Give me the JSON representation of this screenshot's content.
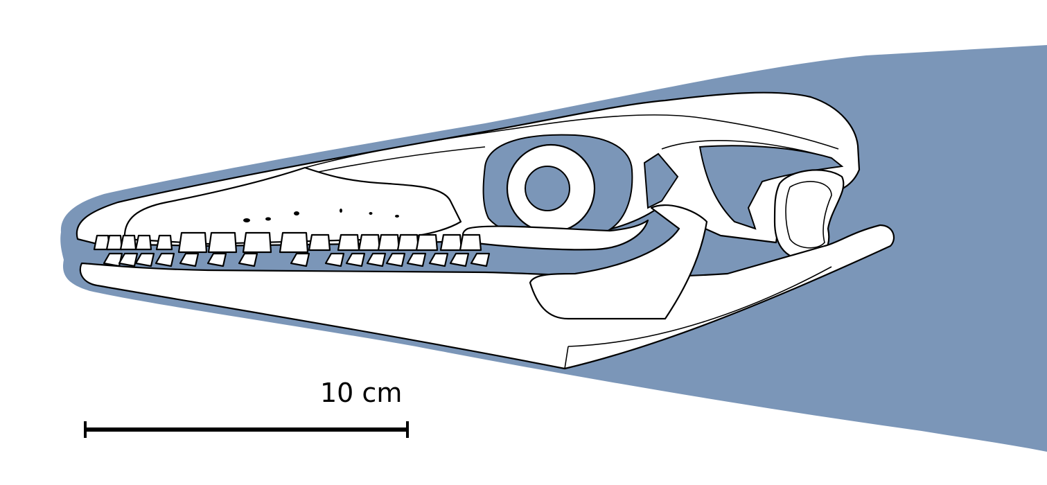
{
  "figure": {
    "subject": "skull",
    "colors": {
      "body": "#7b96b8",
      "bone": "#ffffff",
      "outline": "#000000"
    },
    "scale_bar": {
      "label": "10 cm",
      "length_cm": 10
    }
  }
}
